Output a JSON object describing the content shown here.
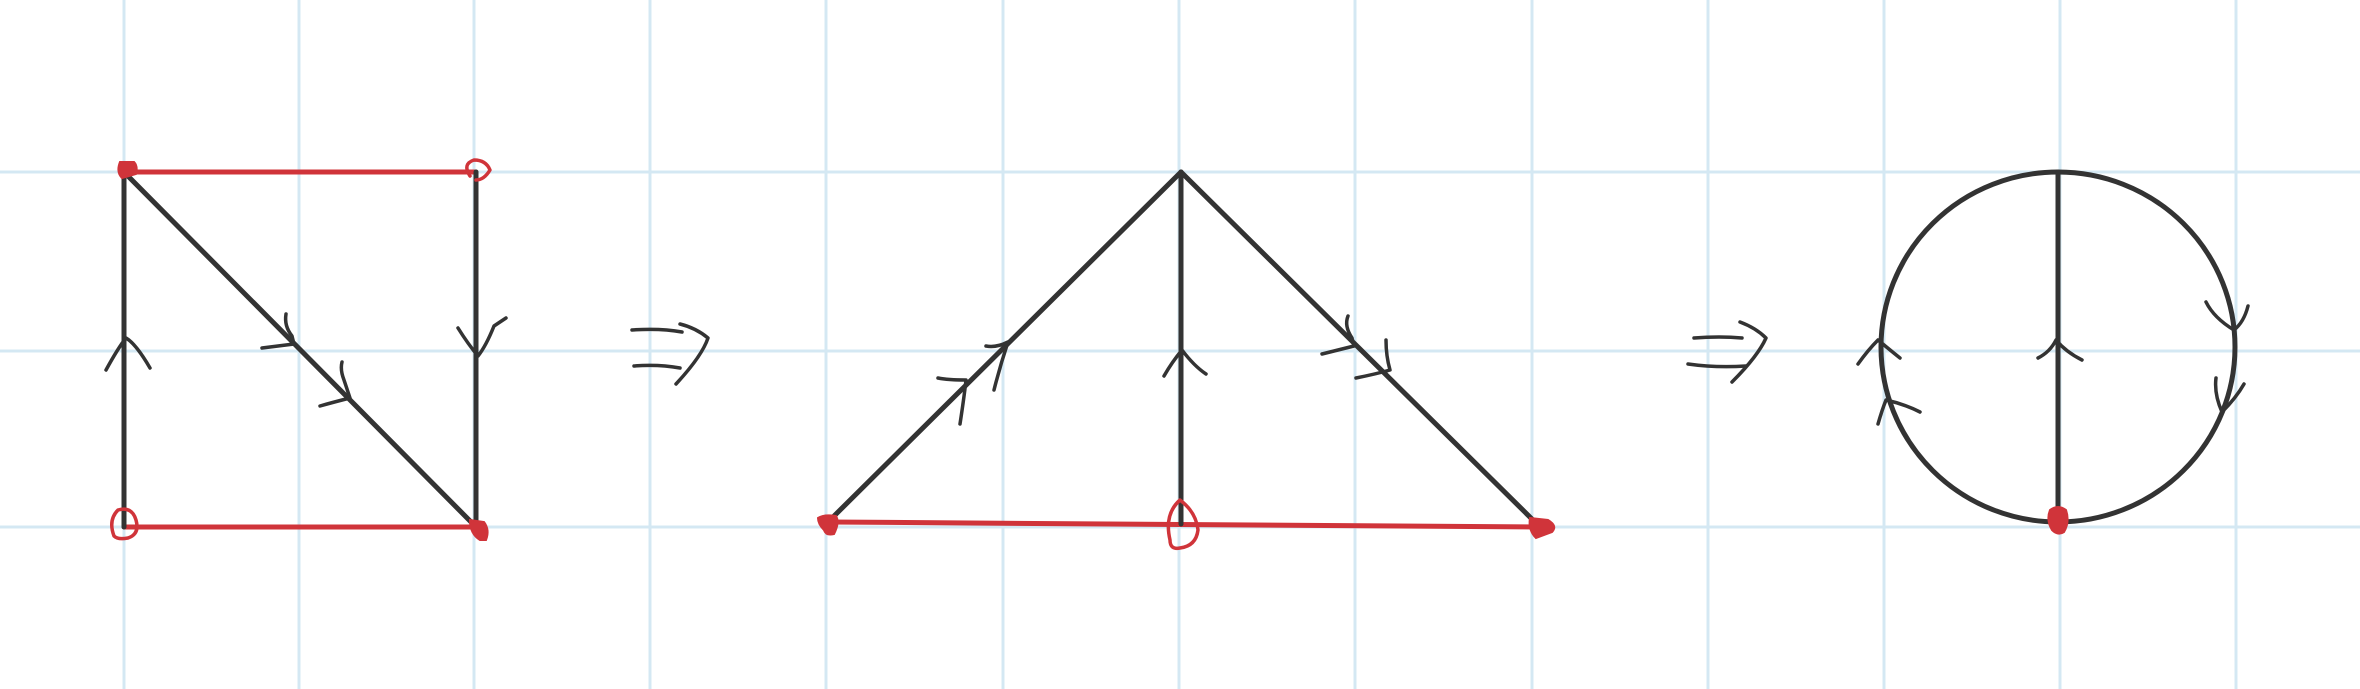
{
  "colors": {
    "ink": "#333333",
    "red": "#d0343a",
    "grid": "#d4e8f3",
    "background": "#ffffff"
  },
  "diagram": {
    "panels": [
      {
        "shape": "square with diagonal",
        "marked_vertices": [
          "filled",
          "open",
          "open",
          "filled"
        ]
      },
      {
        "shape": "triangle with median",
        "marked_vertices": [
          "filled",
          "open",
          "filled"
        ]
      },
      {
        "shape": "circle with diameter",
        "marked_vertices": [
          "filled"
        ]
      }
    ],
    "transitions": [
      {
        "symbol": "implies-arrow"
      },
      {
        "symbol": "implies-arrow"
      }
    ]
  }
}
